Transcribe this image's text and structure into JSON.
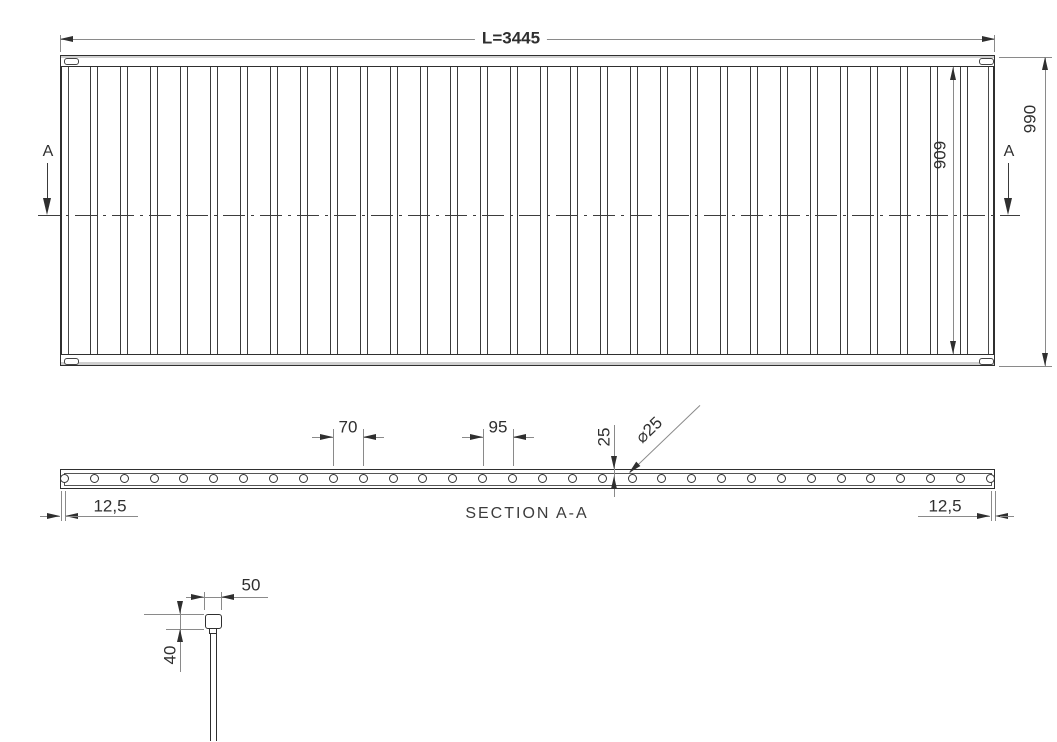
{
  "drawing": {
    "plan_view": {
      "length_label": "L=3445",
      "overall_width_label": "990",
      "roller_face_label": "909",
      "section_marker_left": "A",
      "section_marker_right": "A",
      "roller_count": 30
    },
    "section_view": {
      "caption": "SECTION A-A",
      "pitch_label_small": "70",
      "pitch_label_large": "95",
      "bar_height_label": "25",
      "roller_diameter_label": "⌀25",
      "end_offset_label": "12,5",
      "roller_count": 32
    },
    "detail_view": {
      "cap_width_label": "50",
      "cap_height_label": "40"
    },
    "colors": {
      "line": "#2f2f2f",
      "dimension_line": "#8a8a8a",
      "shading": "#cfcfcf",
      "background": "#ffffff"
    }
  }
}
